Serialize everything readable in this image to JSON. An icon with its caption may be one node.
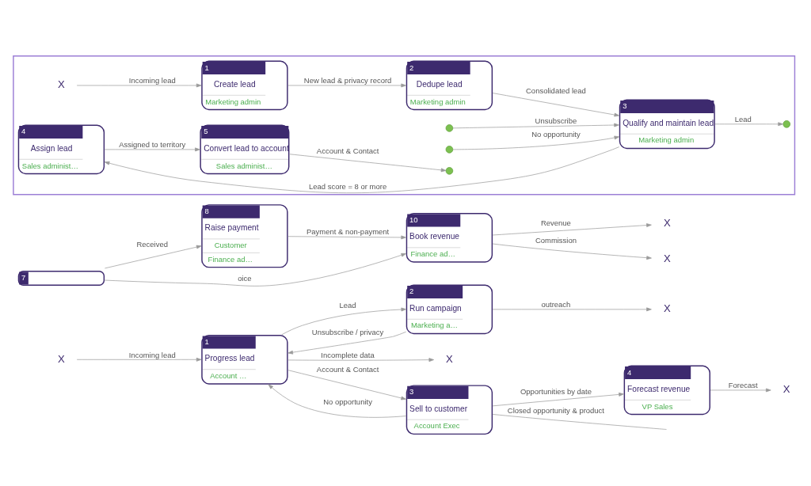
{
  "diagram": {
    "nodes": [
      {
        "text": [
          "X"
        ]
      },
      {
        "text": [
          "1",
          "Progress lead",
          "Account …"
        ]
      },
      {
        "text": [
          "2",
          "Run campaign",
          "Marketing a…"
        ]
      },
      {
        "text": [
          "X"
        ]
      },
      {
        "text": [
          "X"
        ]
      },
      {
        "text": [
          "3",
          "Sell to customer",
          "Account Exec"
        ]
      },
      {
        "text": [
          "4",
          "Forecast revenue",
          "VP Sales"
        ]
      },
      {
        "text": [
          "X"
        ]
      },
      {
        "text": [
          "7"
        ]
      },
      {
        "text": [
          "8",
          "Raise payment",
          "Customer",
          "Finance ad…"
        ]
      },
      {
        "text": [
          "10",
          "Book revenue",
          "Finance ad…"
        ]
      },
      {
        "text": [
          "X"
        ]
      },
      {
        "text": [
          "X"
        ]
      },
      {
        "text": [],
        "shape": "box"
      },
      {
        "text": [
          "X"
        ],
        "in": 13
      },
      {
        "text": [
          "1",
          "Create lead",
          "Marketing admin"
        ],
        "in": 13
      },
      {
        "text": [
          "2",
          "Dedupe lead",
          "Marketing admin"
        ],
        "in": 13
      },
      {
        "text": [],
        "shape": "circle",
        "in": 13
      },
      {
        "text": [],
        "shape": "circle",
        "in": 13
      },
      {
        "text": [
          "3",
          "Qualify and maintain lead",
          "Marketing admin"
        ],
        "in": 13
      },
      {
        "text": [],
        "shape": "circle",
        "in": 13
      },
      {
        "text": [
          "4",
          "Assign lead",
          "Sales administ…"
        ],
        "in": 13
      },
      {
        "text": [
          "5",
          "Convert lead to account",
          "Sales administ…"
        ],
        "in": 13
      },
      {
        "text": [],
        "shape": "circle",
        "in": 13
      }
    ],
    "edges": [
      {
        "from": 0,
        "to": 1,
        "arrow": "to",
        "label": "Incoming lead"
      },
      {
        "from": 1,
        "to": 2,
        "arrow": "to",
        "label": "Lead"
      },
      {
        "from": 2,
        "to": 1,
        "arrow": "to",
        "label": "Unsubscribe / privacy"
      },
      {
        "from": 2,
        "to": 3,
        "arrow": "to",
        "label": "outreach"
      },
      {
        "from": 1,
        "to": 4,
        "arrow": "to",
        "label": "Incomplete data"
      },
      {
        "from": 1,
        "to": 5,
        "arrow": "to",
        "label": "Account & Contact"
      },
      {
        "from": 5,
        "to": 1,
        "arrow": "to",
        "label": "No opportunity"
      },
      {
        "from": 5,
        "to": 6,
        "arrow": "to",
        "label": "Opportunities by date"
      },
      {
        "from": 6,
        "to": 7,
        "arrow": "to",
        "label": "Forecast"
      },
      {
        "from": 5,
        "to": null,
        "arrow": "none",
        "label": "Closed opportunity & product"
      },
      {
        "from": 8,
        "to": 9,
        "arrow": "to",
        "label": "Received"
      },
      {
        "from": 8,
        "to": 10,
        "arrow": "to",
        "label": "oice"
      },
      {
        "from": 9,
        "to": 10,
        "arrow": "to",
        "label": "Payment & non-payment"
      },
      {
        "from": 10,
        "to": 11,
        "arrow": "to",
        "label": "Revenue"
      },
      {
        "from": 10,
        "to": 12,
        "arrow": "to",
        "label": "Commission"
      },
      {
        "from": 14,
        "to": 15,
        "arrow": "to",
        "label": "Incoming lead"
      },
      {
        "from": 15,
        "to": 16,
        "arrow": "to",
        "label": "New lead & privacy record"
      },
      {
        "from": 16,
        "to": 19,
        "arrow": "to",
        "label": "Consolidated lead"
      },
      {
        "from": 19,
        "to": 17,
        "arrow": "to",
        "label": "Lead"
      },
      {
        "from": 18,
        "to": 19,
        "arrow": "to",
        "label": "Unsubscribe"
      },
      {
        "from": 20,
        "to": 19,
        "arrow": "to",
        "label": "No opportunity"
      },
      {
        "from": 19,
        "to": 21,
        "arrow": "to",
        "label": "Lead score = 8 or more"
      },
      {
        "from": 21,
        "to": 22,
        "arrow": "to",
        "label": "Assigned to territory"
      },
      {
        "from": 22,
        "to": 23,
        "arrow": "to",
        "label": "Account & Contact"
      }
    ]
  }
}
